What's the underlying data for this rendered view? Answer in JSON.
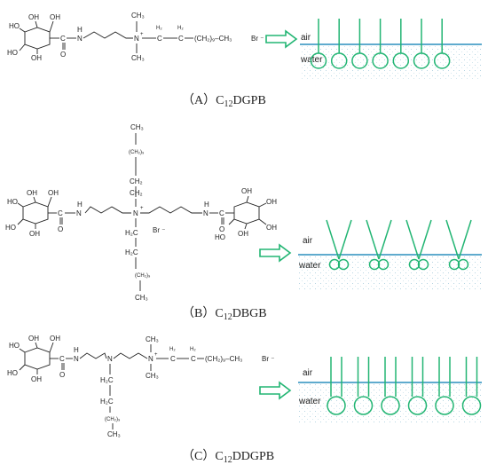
{
  "panels": [
    {
      "caption_prefix": "（A）C",
      "caption_sub": "12",
      "caption_suffix": "DGPB",
      "counterion": "Br ⁻",
      "air_label": "air",
      "water_label": "water",
      "surfactant_count": 7
    },
    {
      "caption_prefix": "（B）C",
      "caption_sub": "12",
      "caption_suffix": "DBGB",
      "counterion": "Br ⁻",
      "air_label": "air",
      "water_label": "water",
      "surfactant_count": 4
    },
    {
      "caption_prefix": "（C）C",
      "caption_sub": "12",
      "caption_suffix": "DDGPB",
      "counterion": "Br ⁻",
      "air_label": "air",
      "water_label": "water",
      "surfactant_count": 6
    }
  ],
  "chem_labels": {
    "oh": "OH",
    "ho": "HO",
    "ch3": "CH₃",
    "ch2_9": "(CH₂)₉",
    "ch2_9_ch3": "(CH₂)₉–CH₃",
    "nitrogen": "N",
    "nh": "H",
    "carbonyl_c": "C",
    "oxygen": "O",
    "h2": "H₂",
    "c": "C",
    "ch2": "CH₂",
    "h2c": "H₂C",
    "plus": "+"
  },
  "colors": {
    "surface_line": "#2a8fbd",
    "surfactant": "#22b573",
    "arrow": "#22b573"
  }
}
